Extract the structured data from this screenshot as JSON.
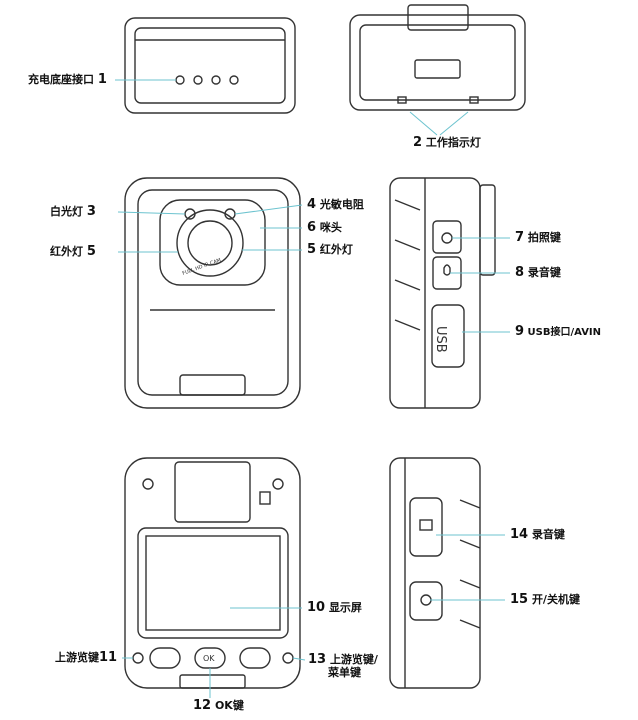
{
  "labels": {
    "l1": {
      "num": "1",
      "text": "充电底座接口"
    },
    "l2": {
      "num": "2",
      "text": "工作指示灯"
    },
    "l3": {
      "num": "3",
      "text": "白光灯"
    },
    "l4": {
      "num": "4",
      "text": "光敏电阻"
    },
    "l5a": {
      "num": "5",
      "text": "红外灯"
    },
    "l5b": {
      "num": "5",
      "text": "红外灯"
    },
    "l6": {
      "num": "6",
      "text": "咪头"
    },
    "l7": {
      "num": "7",
      "text": "拍照键"
    },
    "l8": {
      "num": "8",
      "text": "录音键"
    },
    "l9": {
      "num": "9",
      "text": "USB接口/AVIN"
    },
    "l10": {
      "num": "10",
      "text": "显示屏"
    },
    "l11": {
      "num": "11",
      "text": "上游览键"
    },
    "l12": {
      "num": "12",
      "text": "OK键"
    },
    "l13": {
      "num": "13",
      "text": "上游览键/",
      "text2": "菜单键"
    },
    "l14": {
      "num": "14",
      "text": "录音键"
    },
    "l15": {
      "num": "15",
      "text": "开/关机键"
    }
  },
  "device_marks": {
    "camera_text": "FULL HD IR CAM",
    "usb_text": "USB",
    "ok_text": "OK"
  },
  "colors": {
    "leader": "#6cc3cf",
    "outline": "#333333"
  }
}
